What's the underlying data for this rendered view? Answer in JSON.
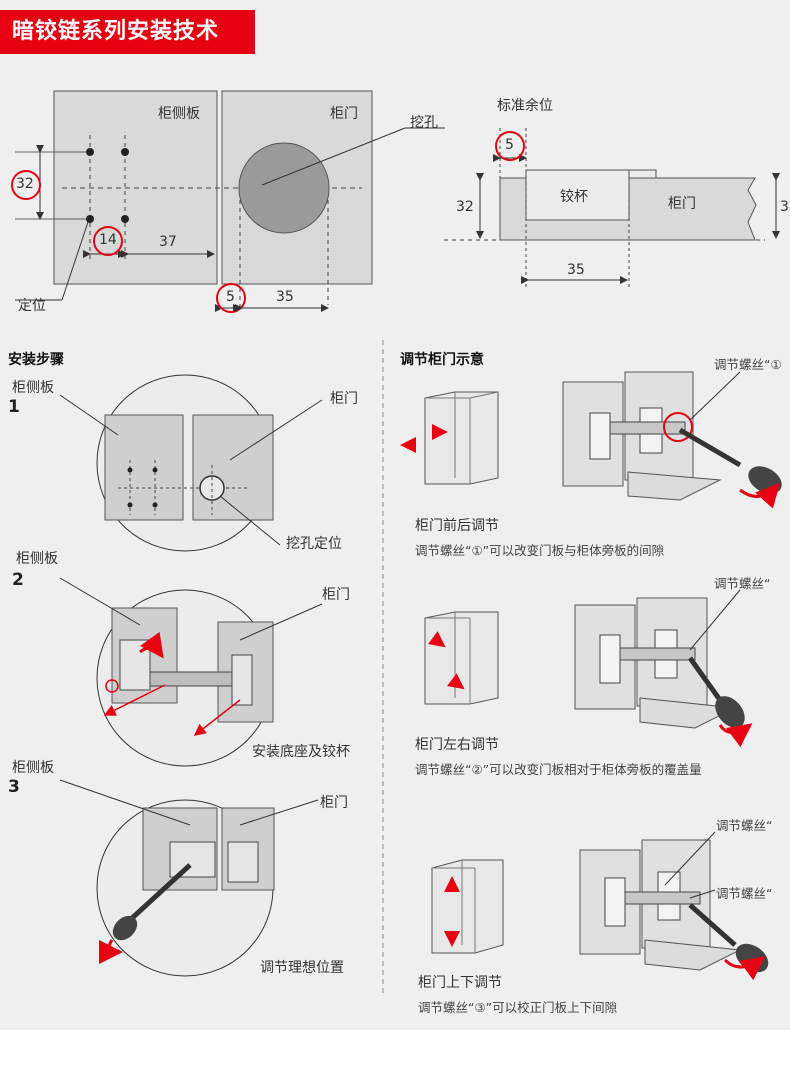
{
  "header": {
    "title": "暗铰链系列安装技术"
  },
  "top_diagram": {
    "side_panel": "柜侧板",
    "door": "柜门",
    "cutout": "挖孔",
    "locate": "定位",
    "dim_32": "32",
    "dim_14": "14",
    "dim_37": "37",
    "dim_5": "5",
    "dim_35": "35",
    "margin": "标准余位",
    "right_5": "5",
    "cup": "铰杯",
    "right_door": "柜门",
    "right_32": "32",
    "right_3": "3",
    "right_35": "35"
  },
  "steps": {
    "title": "安装步骤",
    "s1": {
      "num": "1",
      "side": "柜侧板",
      "door": "柜门",
      "note": "挖孔定位"
    },
    "s2": {
      "num": "2",
      "side": "柜侧板",
      "door": "柜门",
      "note": "安装底座及铰杯"
    },
    "s3": {
      "num": "3",
      "side": "柜侧板",
      "door": "柜门",
      "note": "调节理想位置"
    }
  },
  "adjust": {
    "title": "调节柜门示意",
    "a1": {
      "screw": "调节螺丝“①",
      "title": "柜门前后调节",
      "desc": "调节螺丝“①”可以改变门板与柜体旁板的间隙"
    },
    "a2": {
      "screw": "调节螺丝“",
      "title": "柜门左右调节",
      "desc": "调节螺丝“②”可以改变门板相对于柜体旁板的覆盖量"
    },
    "a3": {
      "screw1": "调节螺丝“",
      "screw2": "调节螺丝“",
      "title": "柜门上下调节",
      "desc": "调节螺丝“③”可以校正门板上下间隙"
    }
  }
}
